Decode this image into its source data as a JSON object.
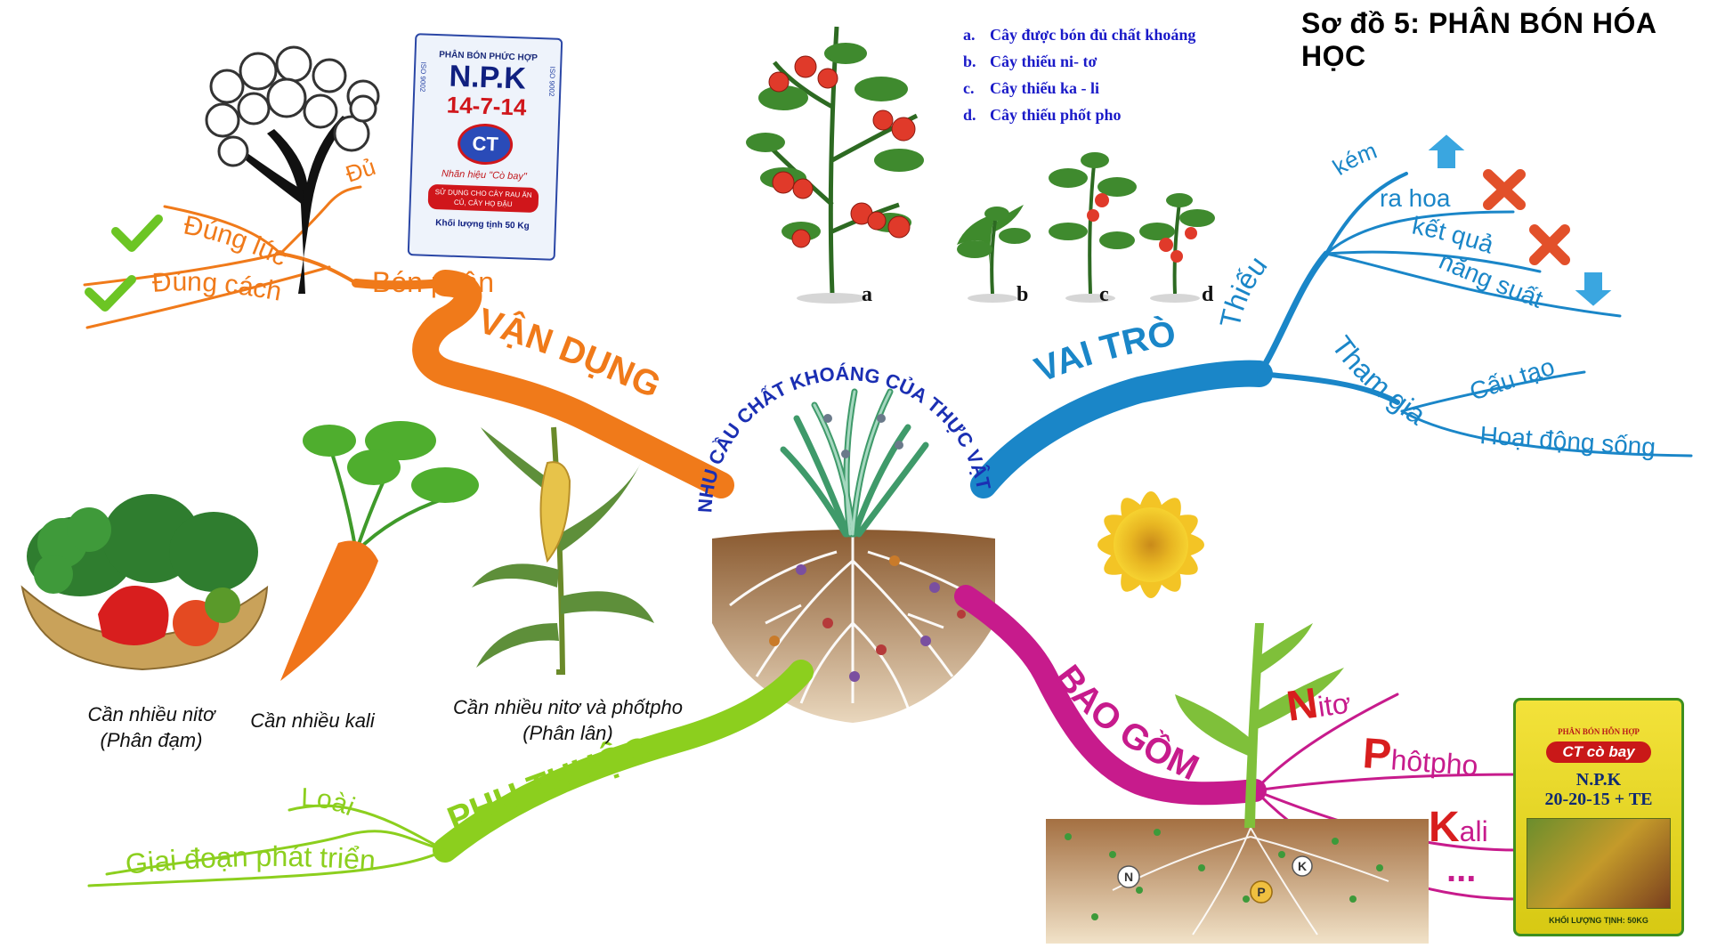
{
  "title": "Sơ đồ 5: PHÂN BÓN HÓA HỌC",
  "center": {
    "label": "NHU CẦU CHẤT KHOÁNG CỦA THỰC VẬT"
  },
  "legend": [
    {
      "key": "a.",
      "text": "Cây được bón đủ chất khoáng"
    },
    {
      "key": "b.",
      "text": "Cây thiếu ni- tơ"
    },
    {
      "key": "c.",
      "text": "Cây thiếu ka - li"
    },
    {
      "key": "d.",
      "text": "Cây thiếu phốt pho"
    }
  ],
  "plant_letters": [
    "a",
    "b",
    "c",
    "d"
  ],
  "branches": {
    "van_dung": {
      "label": "VẬN DỤNG",
      "color": "#f07a1a",
      "sub": "Bón phân",
      "items": [
        "Đủ",
        "Đúng lúc",
        "Đúng cách"
      ]
    },
    "vai_tro": {
      "label": "VAI TRÒ",
      "color": "#1a86c8",
      "thieu": {
        "label": "Thiếu",
        "items": [
          "kém",
          "ra hoa",
          "kết quả",
          "năng suất"
        ]
      },
      "tham_gia": {
        "label": "Tham gia",
        "items": [
          "Cấu tạo",
          "Hoạt động sống"
        ]
      }
    },
    "phu_thuoc": {
      "label": "PHỤ THUỘC",
      "color": "#8ccf1e",
      "items": [
        "Loài",
        "Giai đoạn phát triển"
      ]
    },
    "bao_gom": {
      "label": "BAO GỒM",
      "color": "#c71b8c",
      "items": [
        {
          "initial": "N",
          "rest": "itơ"
        },
        {
          "initial": "P",
          "rest": "hôtpho"
        },
        {
          "initial": "K",
          "rest": "ali"
        }
      ],
      "more": "..."
    }
  },
  "captions": {
    "vegetables": [
      "Cần nhiều nitơ",
      "(Phân đạm)"
    ],
    "carrot": "Cần nhiều kali",
    "corn": [
      "Cần nhiều nitơ và phốtpho",
      "(Phân lân)"
    ]
  },
  "soil_labels": [
    "N",
    "P",
    "K"
  ],
  "fertilizer_bag_1": {
    "top": "PHÂN BÓN PHỨC HỢP",
    "name": "N.P.K",
    "ratio": "14-7-14",
    "logo": "CT",
    "brand": "Nhãn hiệu \"Cò bay\"",
    "usage": "SỬ DỤNG CHO CÂY RAU ĂN CỦ, CÂY HỌ ĐẬU",
    "weight": "Khối lượng tịnh 50 Kg",
    "side": "ISO 9002"
  },
  "fertilizer_bag_2": {
    "top": "PHÂN BÓN HỖN HỢP",
    "logo": "CT cò bay",
    "name": "N.P.K",
    "ratio": "20-20-15 + TE",
    "weight": "KHỐI LƯỢNG TỊNH: 50KG"
  },
  "colors": {
    "orange": "#f07a1a",
    "blue": "#1a86c8",
    "green": "#8ccf1e",
    "magenta": "#c71b8c",
    "check": "#6cc524",
    "cross": "#e2502a",
    "arrow": "#3aa6e0",
    "center_text": "#1b2fb3"
  },
  "icons": [
    "clock-tree-icon",
    "check-icon",
    "cross-icon",
    "arrow-up-icon",
    "arrow-down-icon",
    "tomato-plant-icon",
    "sunflower-icon",
    "vegetable-basket-icon",
    "carrot-icon",
    "corn-icon"
  ]
}
